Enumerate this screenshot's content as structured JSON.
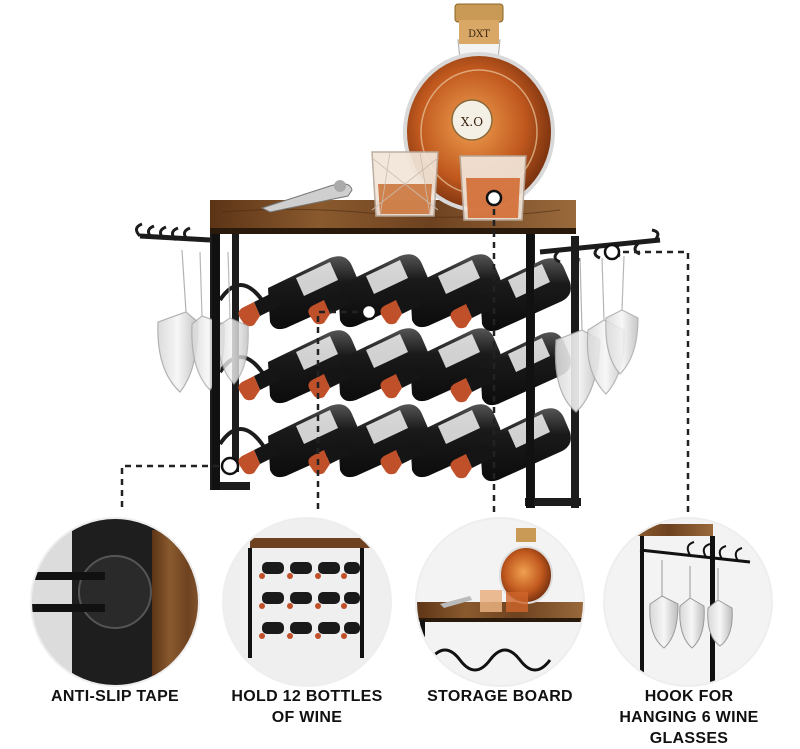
{
  "product": {
    "decanter_label_text": "X.O",
    "decanter_cap_text": "DXT"
  },
  "features": [
    {
      "line1": "ANTI-SLIP TAPE",
      "line2": "",
      "line3": ""
    },
    {
      "line1": "HOLD 12 BOTTLES",
      "line2": "OF WINE",
      "line3": ""
    },
    {
      "line1": "STORAGE BOARD",
      "line2": "",
      "line3": ""
    },
    {
      "line1": "HOOK FOR",
      "line2": "HANGING 6 WINE",
      "line3": "GLASSES"
    }
  ],
  "colors": {
    "metal": "#1c1c1c",
    "wood": "#7a4a24",
    "bottle_glass": "#2a2a2a",
    "cork": "#c0502a",
    "whisky": "#b5531d"
  }
}
